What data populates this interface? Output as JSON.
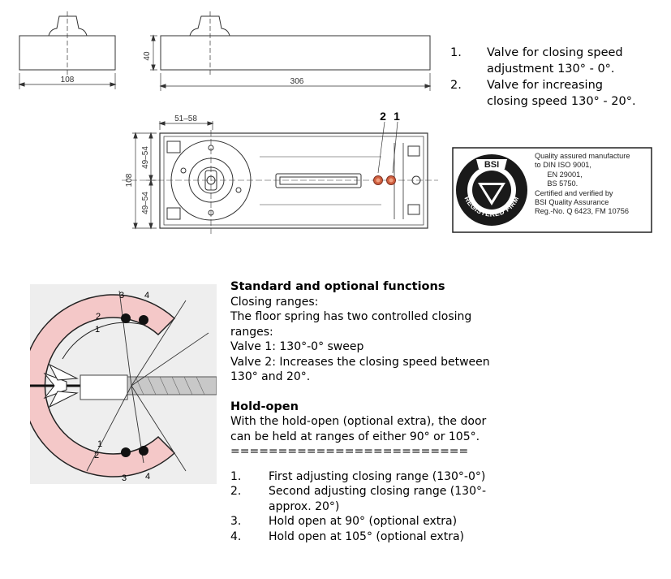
{
  "dimensions": {
    "side_height": "40",
    "side_width_small": "108",
    "side_length": "306",
    "top_offset": "51–58",
    "top_height": "108",
    "top_half_upper": "49–54",
    "top_half_lower": "49–54",
    "valve_label_2": "2",
    "valve_label_1": "1"
  },
  "valves": [
    {
      "num": "1.",
      "text_line1": "Valve for closing speed",
      "text_line2": "adjustment 130° - 0°."
    },
    {
      "num": "2.",
      "text_line1": "Valve for increasing",
      "text_line2": "closing speed 130° - 20°."
    }
  ],
  "bsi": {
    "logo_text": "BSI",
    "ring_text": "REGISTERED FIRM",
    "info_lines": [
      "Quality assured manufacture",
      "to DIN ISO 9001,",
      "      EN 29001,",
      "      BS 5750.",
      "Certified and verified by",
      "BSI Quality Assurance",
      "Reg.-No. Q 6423, FM 10756"
    ]
  },
  "diagram_labels": {
    "top_3": "3",
    "top_4": "4",
    "top_2": "2",
    "top_1": "1",
    "bot_1": "1",
    "bot_2": "2",
    "bot_3": "3",
    "bot_4": "4"
  },
  "functions": {
    "heading": "Standard and optional functions",
    "lines": [
      "Closing ranges:",
      "The floor spring has two controlled closing",
      "ranges:",
      "Valve 1: 130°-0° sweep",
      "Valve 2: Increases the closing speed between",
      "130° and 20°."
    ]
  },
  "hold_open": {
    "heading": "Hold-open",
    "lines": [
      "With the hold-open (optional extra), the door",
      "can be held at ranges of either 90° or 105°."
    ],
    "separator": "========================="
  },
  "footnotes": [
    {
      "num": "1.",
      "text": "First adjusting closing range (130°-0°)"
    },
    {
      "num": "2.",
      "text": "Second adjusting closing range (130°-\napprox. 20°)"
    },
    {
      "num": "3.",
      "text": "Hold open at 90° (optional extra)"
    },
    {
      "num": "4.",
      "text": "Hold open at 105° (optional extra)"
    }
  ]
}
